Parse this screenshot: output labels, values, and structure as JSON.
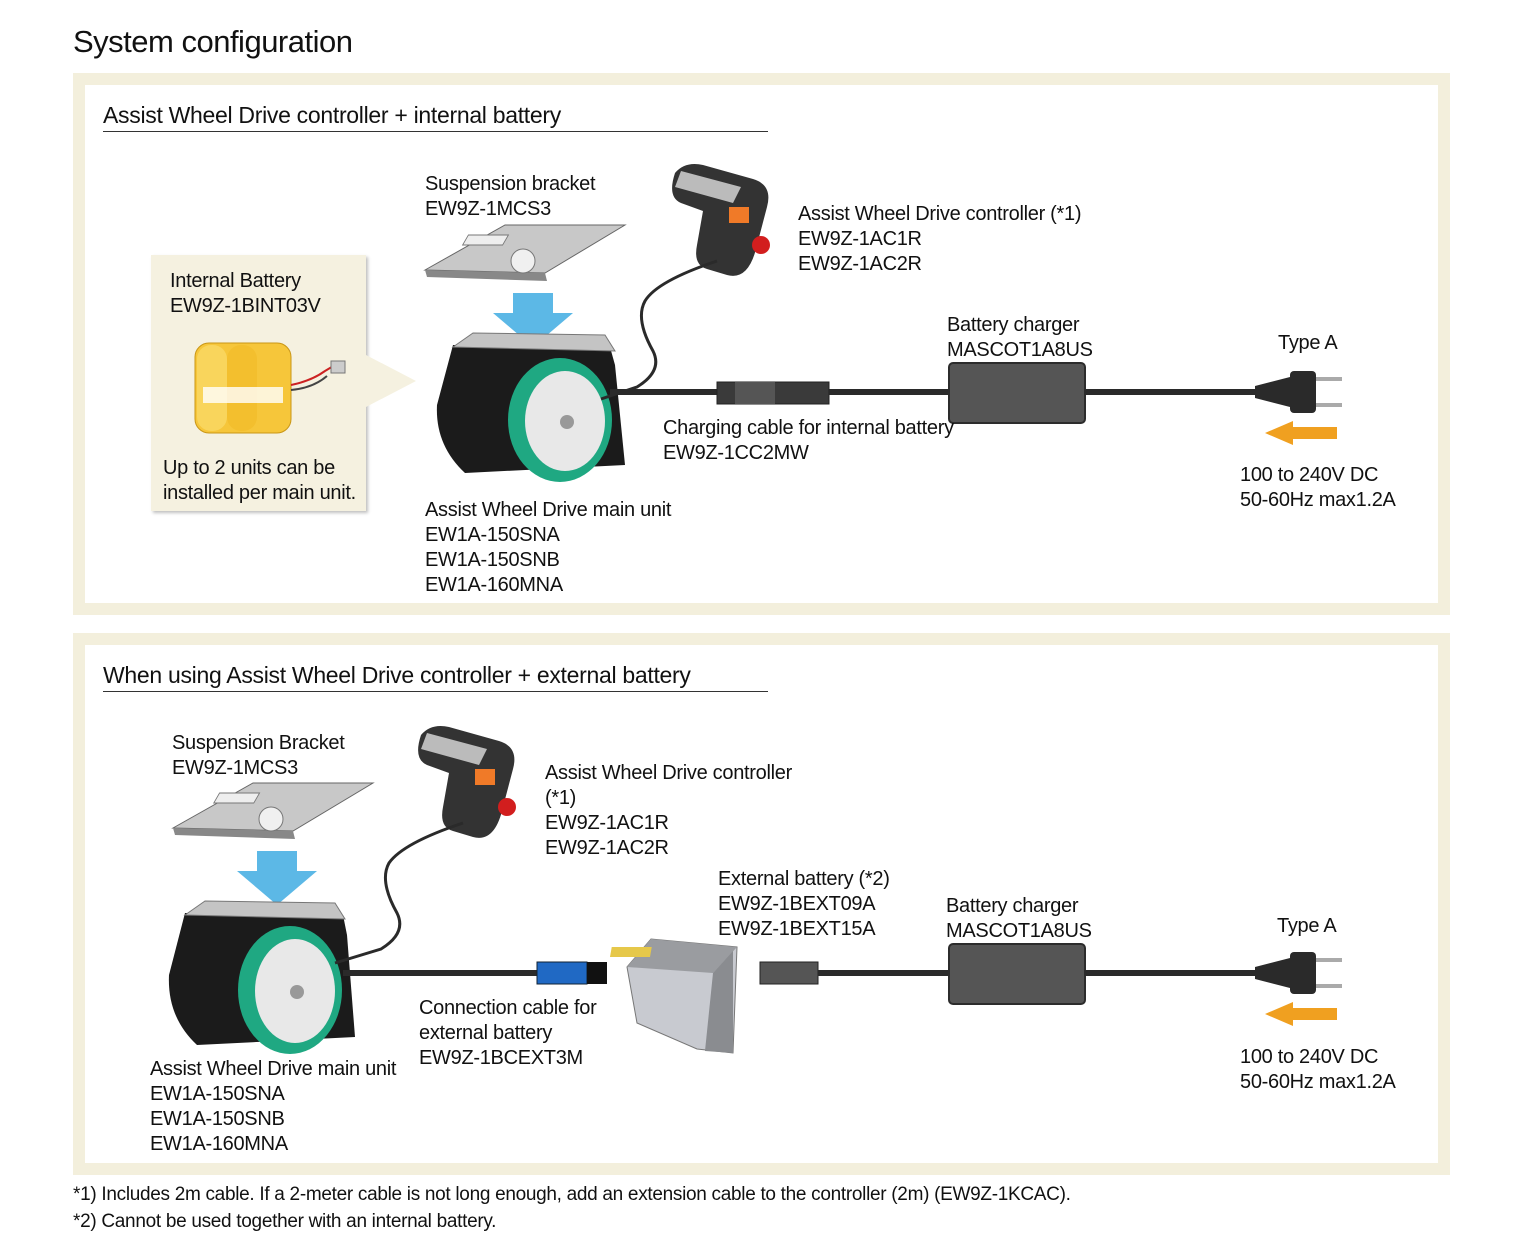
{
  "title": "System configuration",
  "panel1": {
    "heading": "Assist Wheel Drive controller + internal battery",
    "internal_battery": {
      "name": "Internal Battery",
      "model": "EW9Z-1BINT03V",
      "note_line1": "Up to 2 units can be",
      "note_line2": "installed per main unit."
    },
    "bracket": {
      "name": "Suspension bracket",
      "model": "EW9Z-1MCS3"
    },
    "controller": {
      "name": "Assist Wheel Drive controller (*1)",
      "model1": "EW9Z-1AC1R",
      "model2": "EW9Z-1AC2R"
    },
    "main_unit": {
      "name": "Assist Wheel Drive main unit",
      "model1": "EW1A-150SNA",
      "model2": "EW1A-150SNB",
      "model3": "EW1A-160MNA"
    },
    "charging_cable": {
      "name": "Charging cable for internal battery",
      "model": "EW9Z-1CC2MW"
    },
    "charger": {
      "name": "Battery charger",
      "model": "MASCOT1A8US"
    },
    "plug": {
      "type": "Type A",
      "line1": "100 to 240V DC",
      "line2": "50-60Hz max1.2A"
    }
  },
  "panel2": {
    "heading": "When using Assist Wheel Drive controller + external battery",
    "bracket": {
      "name": "Suspension Bracket",
      "model": "EW9Z-1MCS3"
    },
    "controller": {
      "name_line1": "Assist Wheel Drive controller",
      "name_line2": "(*1)",
      "model1": "EW9Z-1AC1R",
      "model2": "EW9Z-1AC2R"
    },
    "external_battery": {
      "name": "External battery (*2)",
      "model1": "EW9Z-1BEXT09A",
      "model2": "EW9Z-1BEXT15A"
    },
    "connection_cable": {
      "name_line1": "Connection cable for",
      "name_line2": "external battery",
      "model": "EW9Z-1BCEXT3M"
    },
    "main_unit": {
      "name": "Assist Wheel Drive main unit",
      "model1": "EW1A-150SNA",
      "model2": "EW1A-150SNB",
      "model3": "EW1A-160MNA"
    },
    "charger": {
      "name": "Battery charger",
      "model": "MASCOT1A8US"
    },
    "plug": {
      "type": "Type A",
      "line1": "100 to 240V DC",
      "line2": "50-60Hz max1.2A"
    }
  },
  "footnotes": {
    "note1": "*1) Includes 2m cable. If a 2-meter cable is not long enough, add an extension cable to the controller (2m) (EW9Z-1KCAC).",
    "note2": "*2) Cannot be used together with an internal battery."
  },
  "colors": {
    "panel_border": "#f3efdc",
    "wheel_green": "#1fa882",
    "arrow_blue": "#5cb8e6",
    "arrow_orange": "#f0a020",
    "cable": "#2a2a2a",
    "battery_yellow": "#f6c63a"
  }
}
